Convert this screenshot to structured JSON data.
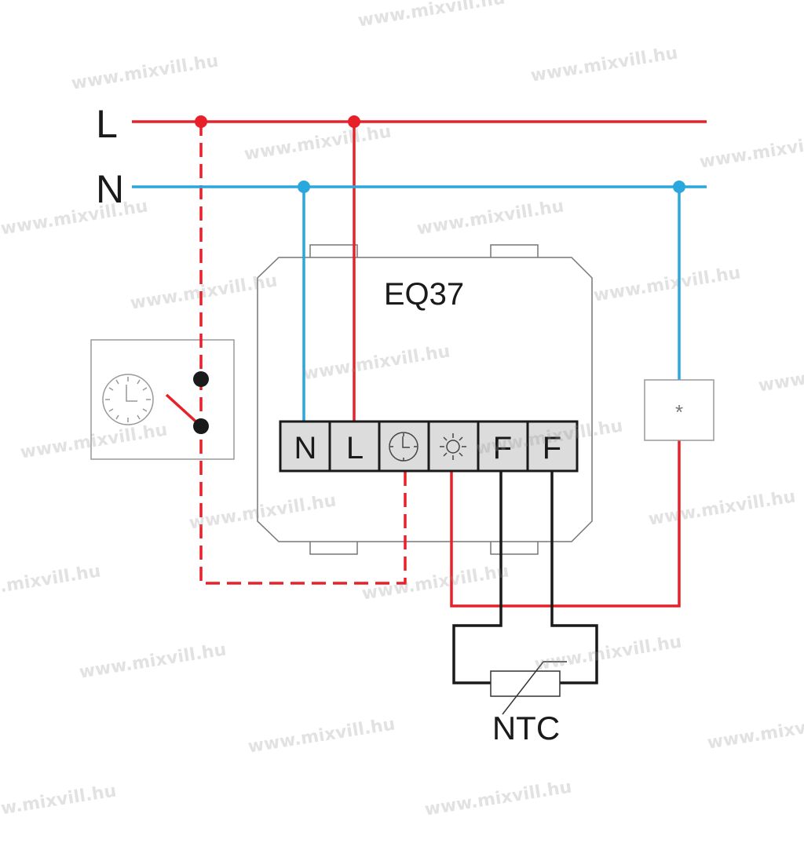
{
  "diagram": {
    "line_l_label": "L",
    "line_n_label": "N",
    "device_label": "EQ37",
    "terminals": [
      "N",
      "L",
      "clock",
      "sun",
      "F",
      "F"
    ],
    "load_label": "*",
    "sensor_label": "NTC",
    "watermark": "www.mixvill.hu"
  },
  "colors": {
    "live": "#e8202a",
    "neutral": "#2aa7dc",
    "sensor": "#1a1a1a",
    "outline": "#777777",
    "terminal_fill": "#dcdcdc"
  }
}
